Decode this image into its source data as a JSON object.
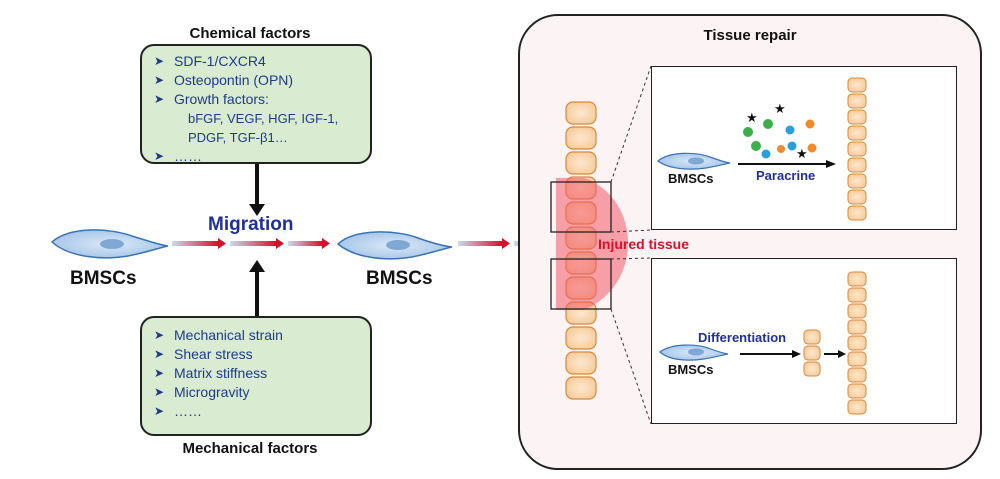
{
  "chemical": {
    "title": "Chemical factors",
    "items": [
      "SDF-1/CXCR4",
      "Osteopontin (OPN)",
      "Growth factors:"
    ],
    "growth_sub_1": "bFGF, VEGF, HGF, IGF-1,",
    "growth_sub_2": "PDGF, TGF-β1…",
    "ellipsis": "……"
  },
  "mechanical": {
    "title": "Mechanical factors",
    "items": [
      "Mechanical strain",
      "Shear stress",
      "Matrix stiffness",
      "Microgravity"
    ],
    "ellipsis": "……"
  },
  "migration_label": "Migration",
  "bmsc_label": "BMSCs",
  "tissue_repair": {
    "title": "Tissue repair",
    "injured_label": "Injured tissue",
    "paracrine_label": "Paracrine",
    "differentiation_label": "Differentiation",
    "bmsc_label": "BMSCs"
  },
  "colors": {
    "cell_fill": "#b9d4ef",
    "cell_stroke": "#3a73b5",
    "tissue_cell": "#f8d7ae",
    "tissue_stroke": "#d58b3a",
    "injury": "#f25a6a",
    "box_green": "#d9ecd2",
    "label_blue": "#1f2f9c",
    "injured_red": "#d9102a"
  },
  "icons": [
    "bullet-arrow-icon",
    "star-icon",
    "dot-icon"
  ]
}
